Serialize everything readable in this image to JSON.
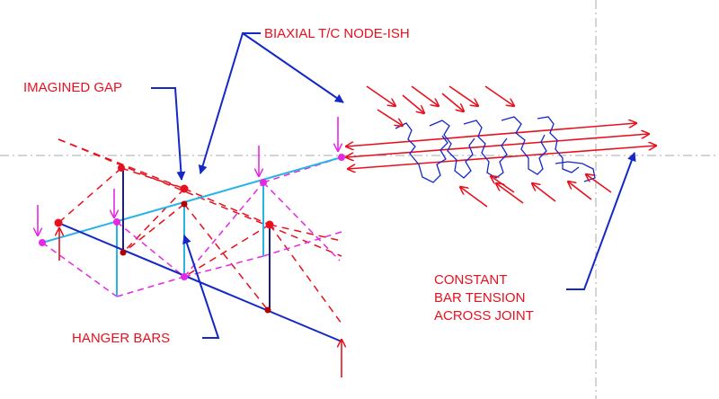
{
  "labels": {
    "biaxial": "BIAXIAL T/C NODE-ISH",
    "gap": "IMAGINED GAP",
    "hanger": "HANGER BARS",
    "constant": [
      "CONSTANT",
      "BAR TENSION",
      "ACROSS JOINT"
    ]
  },
  "colors": {
    "red": "#e8101e",
    "darkred": "#b00000",
    "blue": "#1428c8",
    "cyan": "#28b4e6",
    "magenta": "#e628e6",
    "navy": "#1e1e78",
    "gray": "#aaaaaa"
  }
}
